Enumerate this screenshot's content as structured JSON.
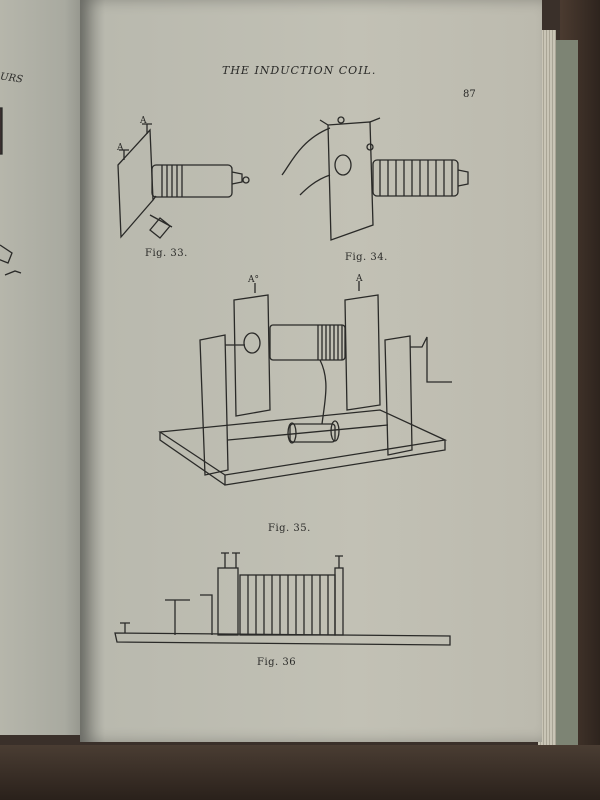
{
  "left_page": {
    "running_head_fragment": "URS"
  },
  "right_page": {
    "running_head": "THE INDUCTION COIL.",
    "page_number": "87",
    "figures": [
      {
        "caption": "Fig. 33.",
        "labels": [
          "A",
          "A"
        ]
      },
      {
        "caption": "Fig. 34."
      },
      {
        "caption": "Fig. 35.",
        "labels": [
          "A°",
          "A"
        ]
      },
      {
        "caption": "Fig. 36"
      }
    ]
  }
}
